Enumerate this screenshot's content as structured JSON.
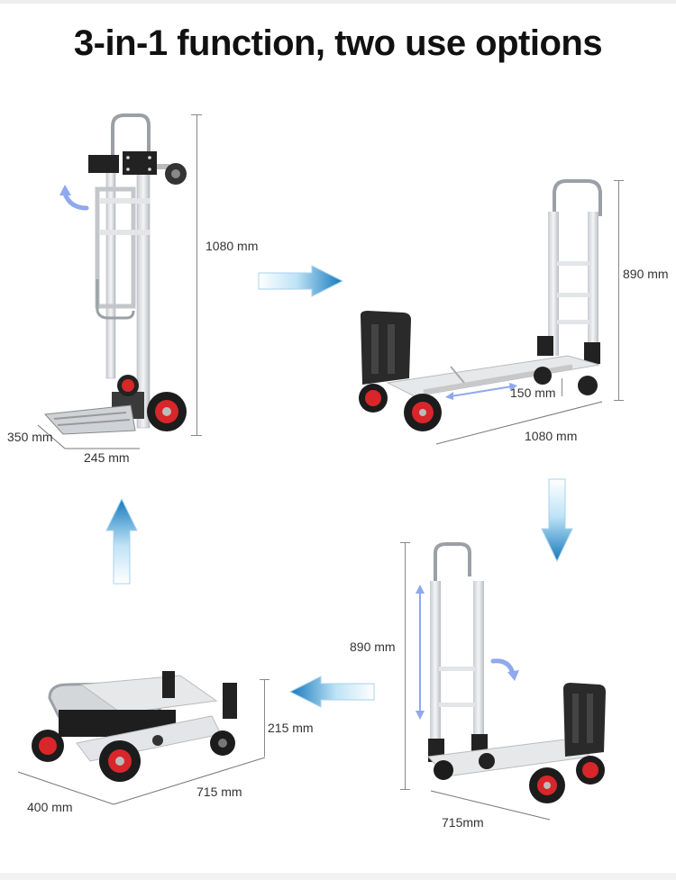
{
  "title": "3-in-1 function, two use options",
  "panels": {
    "upright_hand_truck": {
      "height": "1080 mm",
      "depth": "350 mm",
      "width": "245 mm"
    },
    "platform_long": {
      "height": "890 mm",
      "ground_clearance": "150 mm",
      "length": "1080 mm"
    },
    "platform_short": {
      "height": "890 mm",
      "length": "715mm"
    },
    "folded": {
      "height": "215 mm",
      "length": "715 mm",
      "width": "400 mm"
    }
  },
  "arrows": [
    {
      "direction": "right",
      "color": "#1e7fc2"
    },
    {
      "direction": "down",
      "color": "#1e7fc2"
    },
    {
      "direction": "left",
      "color": "#1e7fc2"
    },
    {
      "direction": "up",
      "color": "#1e7fc2"
    }
  ],
  "colors": {
    "wheel_red": "#d8262b",
    "frame": "#d9dcdf",
    "plastic": "#222222",
    "rotate_arrow": "#8fa8ee"
  }
}
